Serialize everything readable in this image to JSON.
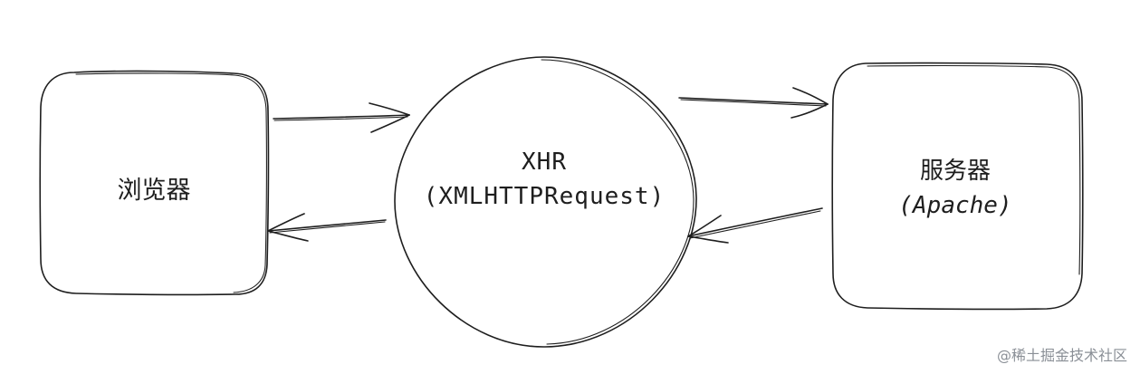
{
  "nodes": {
    "browser": {
      "label": "浏览器"
    },
    "xhr": {
      "title": "XHR",
      "subtitle": "(XMLHTTPRequest)"
    },
    "server": {
      "title": "服务器",
      "subtitle": "(Apache)"
    }
  },
  "watermark": "@稀土掘金技术社区",
  "colors": {
    "stroke": "#1e1e1e",
    "background": "#ffffff",
    "watermark": "#8a8f96"
  }
}
